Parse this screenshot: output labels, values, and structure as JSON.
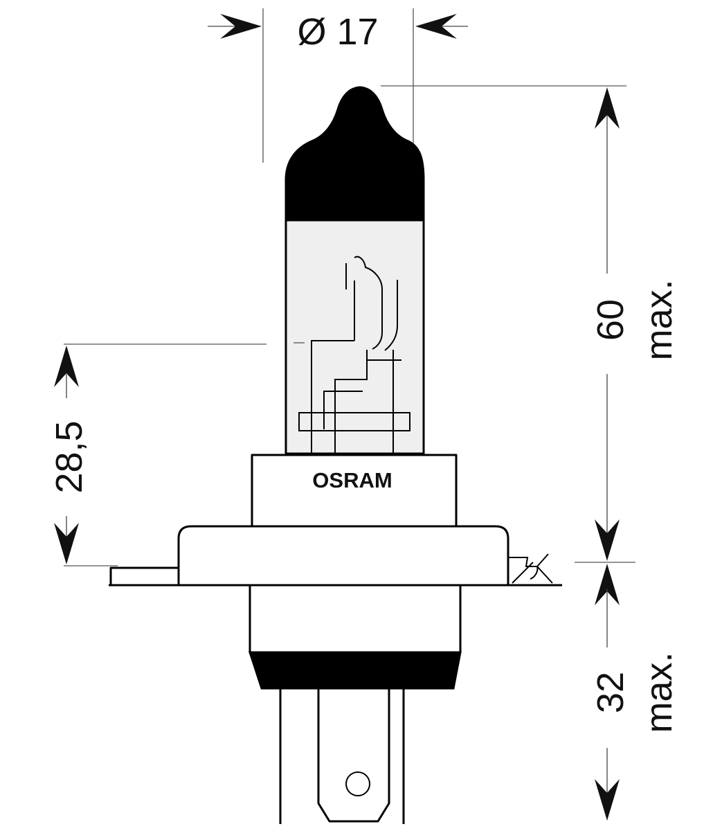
{
  "diagram": {
    "brand_label": "OSRAM",
    "dimensions": {
      "diameter": "Ø 17",
      "height_top_value": "60",
      "height_top_qualifier": "max.",
      "height_bottom_value": "32",
      "height_bottom_qualifier": "max.",
      "focal_distance": "28,5"
    },
    "colors": {
      "line": "#000000",
      "dim_line": "#444444",
      "glass_fill": "#efefef",
      "background": "#ffffff"
    }
  }
}
